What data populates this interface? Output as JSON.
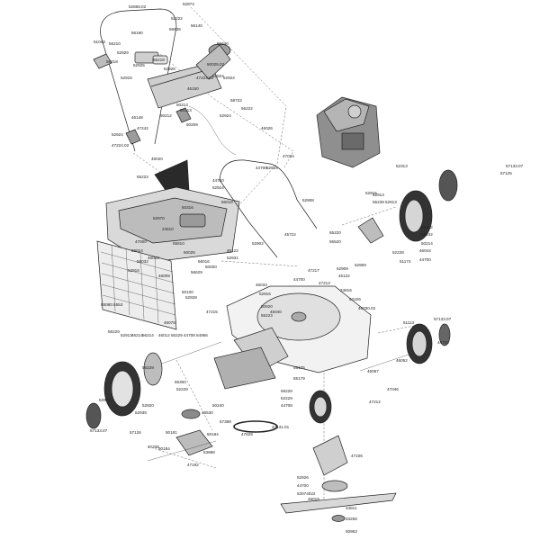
{
  "diagram": {
    "labels": [
      "52873",
      "52858.02",
      "52222",
      "56140",
      "56636",
      "56640",
      "51043",
      "56190",
      "56210",
      "52929",
      "52926",
      "50025.02",
      "52915",
      "52924",
      "56218",
      "56218",
      "52925",
      "52924",
      "46150",
      "47224.02",
      "50213",
      "46148",
      "50212",
      "50209",
      "50213",
      "47242",
      "52924",
      "47224.02",
      "58722",
      "56222",
      "52924",
      "46020",
      "47034",
      "44708",
      "46026",
      "52924",
      "44700",
      "52908",
      "52924",
      "55223",
      "50316",
      "52970",
      "24610",
      "56018",
      "55810",
      "47000",
      "50025",
      "45722",
      "56014",
      "56032",
      "56016",
      "55220",
      "55520",
      "50000",
      "46009",
      "52916",
      "52902",
      "46018",
      "46122",
      "50100",
      "52928",
      "52931",
      "56629",
      "55080.5553",
      "46078",
      "47215",
      "46033",
      "52916",
      "50920",
      "46040",
      "55223",
      "44700",
      "47217",
      "52909",
      "46122",
      "47213",
      "24815",
      "52909",
      "52226",
      "46030.02",
      "52915",
      "52913",
      "51113",
      "56229",
      "52913",
      "46214",
      "56214",
      "46012",
      "55229",
      "44708",
      "54956",
      "52926",
      "57133.07",
      "56229",
      "55300",
      "52229",
      "52920",
      "52939",
      "55175",
      "55179",
      "44700",
      "46052",
      "46057",
      "56228",
      "52229",
      "47212",
      "47046",
      "44708",
      "57133.07",
      "57126",
      "50240",
      "46530",
      "57388",
      "50181",
      "50184",
      "47629",
      "47131.01",
      "37336",
      "50184",
      "47192",
      "53888",
      "47106",
      "52926",
      "44700",
      "53074022",
      "46019",
      "43811",
      "53258",
      "50963",
      "56012",
      "56232",
      "55239",
      "52913",
      "52228",
      "50214",
      "46044",
      "51174",
      "44700",
      "57133.07",
      "57125",
      "52313"
    ]
  }
}
